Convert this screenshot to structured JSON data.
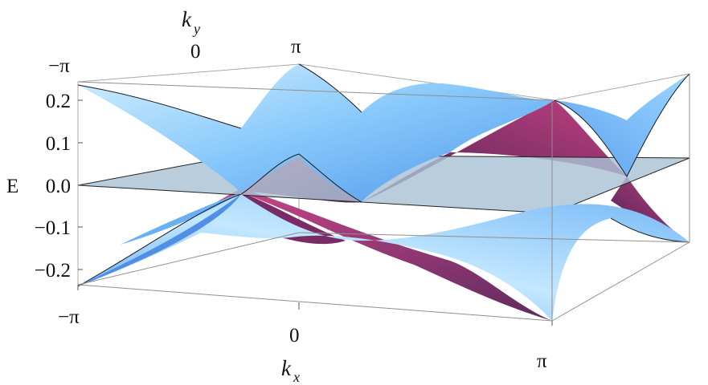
{
  "chart_data": {
    "type": "surface3d",
    "title": "",
    "xlabel": "k",
    "xlabel_sub": "x",
    "ylabel": "k",
    "ylabel_sub": "y",
    "zlabel": "E",
    "xlim": [
      -3.14159,
      3.14159
    ],
    "ylim": [
      -3.14159,
      3.14159
    ],
    "zlim": [
      -0.24,
      0.24
    ],
    "x_ticks": [
      {
        "value": -3.14159,
        "label": "−π"
      },
      {
        "value": 0,
        "label": "0"
      },
      {
        "value": 3.14159,
        "label": "π"
      }
    ],
    "y_ticks": [
      {
        "value": -3.14159,
        "label": "−π"
      },
      {
        "value": 0,
        "label": "0"
      },
      {
        "value": 3.14159,
        "label": "π"
      }
    ],
    "z_ticks": [
      {
        "value": 0.2,
        "label": "0.2"
      },
      {
        "value": 0.1,
        "label": "0.1"
      },
      {
        "value": 0.0,
        "label": "0.0"
      },
      {
        "value": -0.1,
        "label": "−0.1"
      },
      {
        "value": -0.2,
        "label": "−0.2"
      }
    ],
    "surfaces": [
      {
        "band": "upper",
        "function": "E = +0.06*sqrt(3 + 2cos(kx) + 2cos(ky) + 2cos(kx+ky))",
        "top_color": "#8fd3ff",
        "bottom_color": "#8a2f6f"
      },
      {
        "band": "lower",
        "function": "E = -0.06*sqrt(3 + 2cos(kx) + 2cos(ky) + 2cos(kx+ky))",
        "top_color": "#7fc4f7",
        "bottom_color": "#c0457e"
      },
      {
        "band": "flat",
        "function": "E = 0",
        "color": "#9fb9cf"
      }
    ],
    "box": true,
    "grid": false
  }
}
